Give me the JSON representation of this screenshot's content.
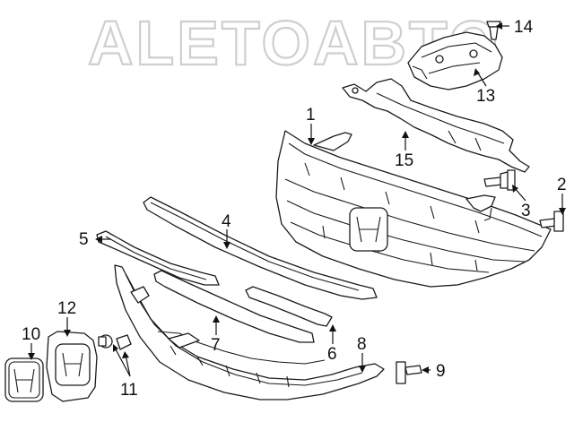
{
  "watermark": {
    "text": "ALETOABTO",
    "color": "#cfcfcf"
  },
  "callouts": {
    "c1": "1",
    "c2": "2",
    "c3": "3",
    "c4": "4",
    "c5": "5",
    "c6": "6",
    "c7": "7",
    "c8": "8",
    "c9": "9",
    "c10": "10",
    "c11": "11",
    "c12": "12",
    "c13": "13",
    "c14": "14",
    "c15": "15"
  },
  "colors": {
    "line": "#1a1a1a",
    "background": "#ffffff"
  }
}
